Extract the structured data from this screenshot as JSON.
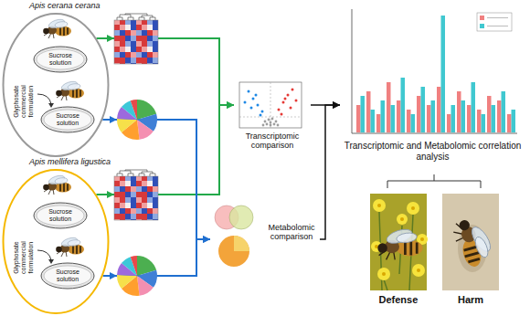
{
  "diagram": {
    "nodes": [
      {
        "text": [
          "Apis cerana cerana",
          "Glyphosate commercial formulation"
        ]
      },
      {
        "text": [
          "Sucrose solution"
        ],
        "in": 0
      },
      {
        "text": [
          "Sucrose solution"
        ],
        "in": 0
      },
      {
        "text": [
          "Apis mellifera ligustica",
          "Glyphosate commercial formulation"
        ]
      },
      {
        "text": [
          "Sucrose solution"
        ],
        "in": 3
      },
      {
        "text": [
          "Sucrose solution"
        ],
        "in": 3
      },
      {
        "text": [
          "Transcriptomic comparison"
        ]
      },
      {
        "text": [
          "Metabolomic comparison"
        ]
      },
      {
        "text": [
          "Transcriptomic and Metabolomic correlation analysis"
        ]
      }
    ],
    "edges": [
      {
        "from": 0,
        "to": 6,
        "arrow": "to"
      },
      {
        "from": 3,
        "to": 6,
        "arrow": "to"
      },
      {
        "from": 0,
        "to": 7,
        "arrow": "to"
      },
      {
        "from": 3,
        "to": 7,
        "arrow": "to"
      },
      {
        "from": 6,
        "to": 8,
        "arrow": "to"
      },
      {
        "from": 7,
        "to": 8,
        "arrow": "to"
      }
    ],
    "labels": [
      "Defense",
      "Harm"
    ]
  }
}
